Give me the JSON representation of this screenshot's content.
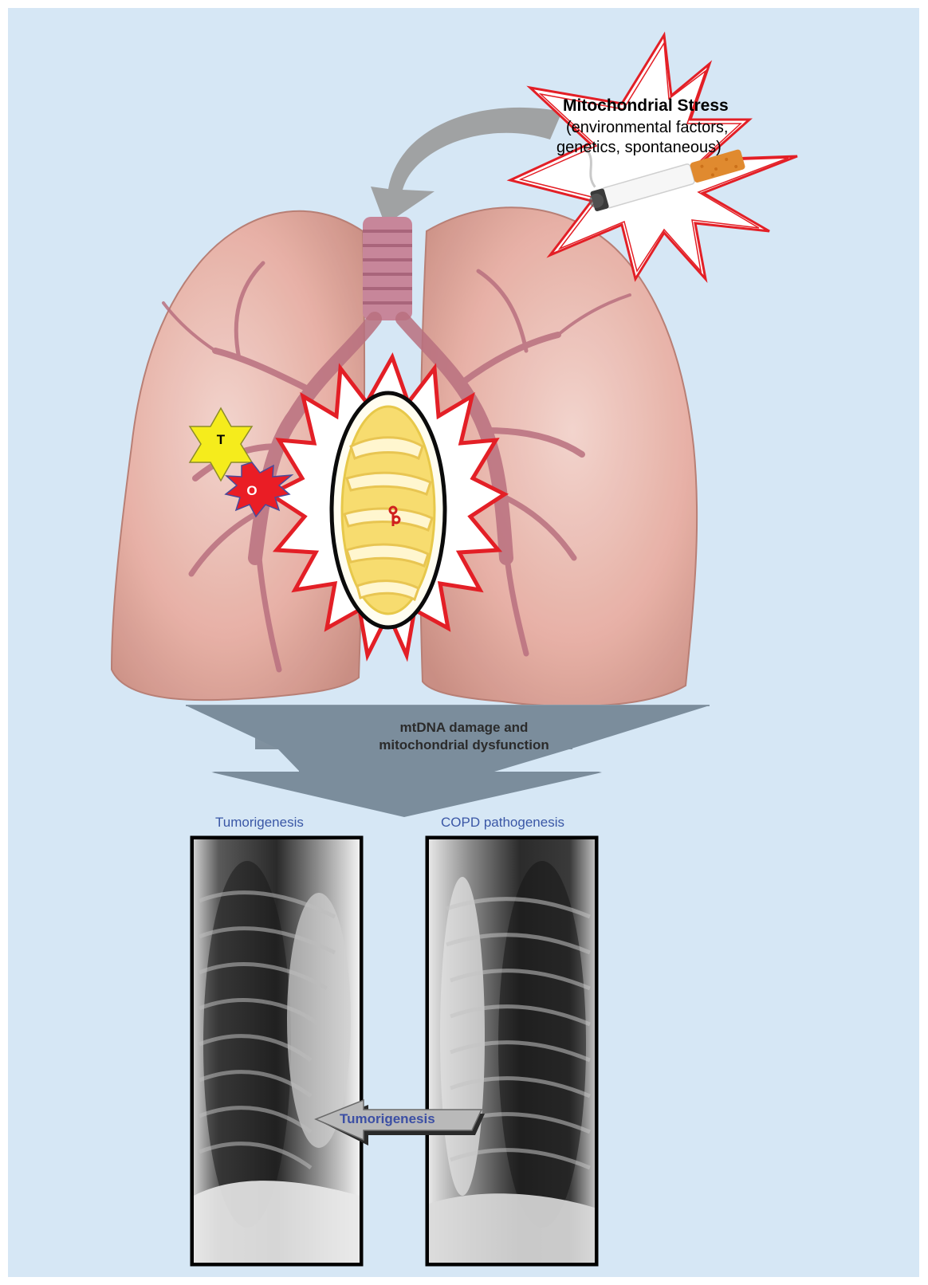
{
  "stress_box": {
    "title": "Mitochondrial Stress",
    "line1": "(environmental factors,",
    "line2": "genetics, spontaneous)"
  },
  "markers": {
    "t": "T",
    "o": "O"
  },
  "down_arrow": {
    "line1": "mtDNA damage and",
    "line2": "mitochondrial dysfunction"
  },
  "xray_labels": {
    "left": "Tumorigenesis",
    "right": "COPD pathogenesis"
  },
  "transition_arrow": {
    "label": "Tumorigenesis"
  },
  "colors": {
    "background": "#d6e7f5",
    "lung": "#e7b2a8",
    "starburst_outline": "#e31f26",
    "mitochondrion": "#f7dc6f",
    "arrow_gray": "#7b8d9c",
    "label_blue": "#3a57a6"
  }
}
